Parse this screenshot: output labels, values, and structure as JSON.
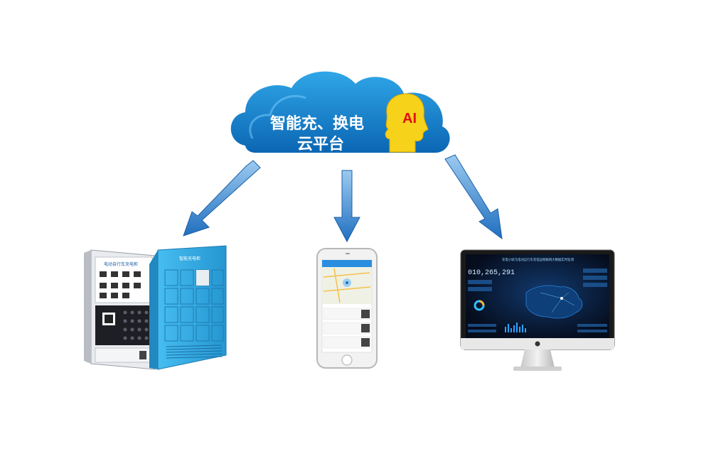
{
  "cloud": {
    "title_line1": "智能充、换电",
    "title_line2": "云平台",
    "ai_badge": "AI"
  },
  "devices": {
    "cabinet": {
      "label": "电动自行车充电柜",
      "blue_label": "智能充电柜"
    },
    "monitor": {
      "dashboard_title": "充电小就马电动自行车充电运物联网大数据实时监测",
      "counter": "010,265,291"
    }
  },
  "colors": {
    "cloud_blue": "#1d8fd8",
    "cloud_dark": "#0a5fa5",
    "arrow_blue": "#2a7cc7",
    "ai_yellow": "#f7d21a",
    "cabinet_blue": "#3ab0e6"
  }
}
